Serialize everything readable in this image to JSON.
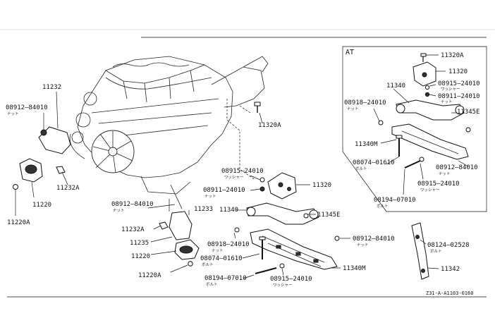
{
  "inset": {
    "title": "AT"
  },
  "footer": {
    "code": "Z31-A-A1103-0160"
  },
  "labels": {
    "p11232": "11232",
    "p08912_left": "08912–84010",
    "p08912_left_sub": "ナット",
    "p11232A_left": "11232A",
    "p11220_left": "11220",
    "p11220A_left": "11220A",
    "p11320A_main": "11320A",
    "p08915_main": "08915–24010",
    "p08915_main_sub": "ワッシャー",
    "p08911_main": "08911–24010",
    "p08911_main_sub": "ナット",
    "p11320_main": "11320",
    "p08912_mid": "08912–84010",
    "p08912_mid_sub": "ナット",
    "p11233": "11233",
    "p11232A_mid": "11232A",
    "p11235": "11235",
    "p11220_mid": "11220",
    "p11220A_mid": "11220A",
    "p11340_main": "11340",
    "p11345E_main": "11345E",
    "p08918_main": "08918–24010",
    "p08918_main_sub": "ナット",
    "p08074_main": "08074–01610",
    "p08074_main_sub": "ボルト",
    "p08912_right": "08912–84010",
    "p08912_right_sub": "ナット",
    "p11340M_main": "11340M",
    "p08194_main": "08194–07010",
    "p08194_main_sub": "ボルト",
    "p08915_main2": "08915–24010",
    "p08915_main2_sub": "ワッシャー",
    "at11320A": "11320A",
    "at11320": "11320",
    "at08915": "08915–24010",
    "at08915_sub": "ワッシャー",
    "at08911": "08911–24010",
    "at08911_sub": "ナット",
    "at11340": "11340",
    "at08918": "08918–24010",
    "at08918_sub": "ナット",
    "at11345E": "11345E",
    "at11340M": "11340M",
    "at08074": "08074–01610",
    "at08074_sub": "ボルト",
    "at08912": "08912–84010",
    "at08912_sub": "ナット",
    "at08915b": "08915–24010",
    "at08915b_sub": "ワッシャー",
    "at08194": "08194–07010",
    "at08194_sub": "ボルト",
    "br08124": "08124–02528",
    "br08124_sub": "ボルト",
    "br11342": "11342"
  }
}
